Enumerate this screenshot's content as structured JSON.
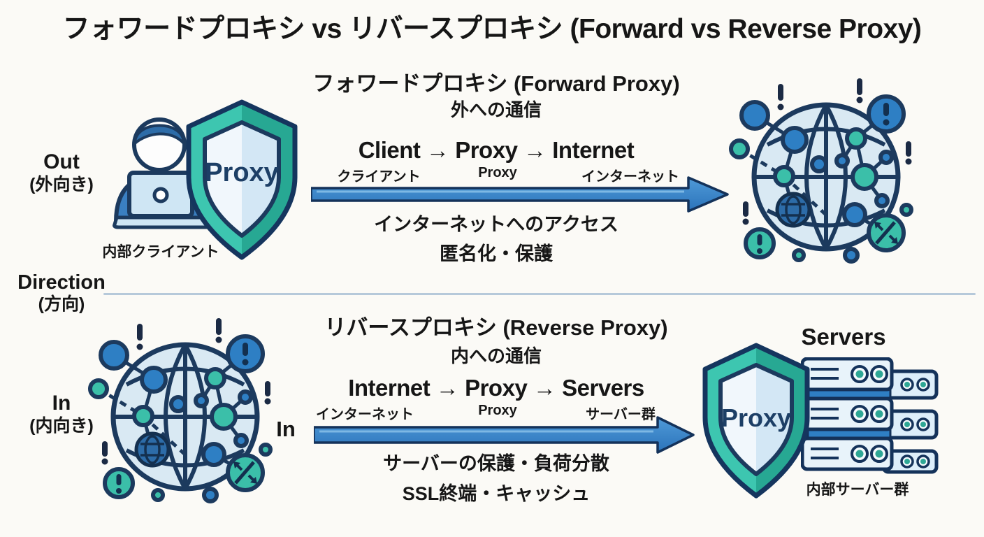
{
  "title": "フォワードプロキシ vs リバースプロキシ (Forward vs Reverse Proxy)",
  "direction_labels": {
    "out_en": "Out",
    "out_ja": "(外向き)",
    "direction_en": "Direction",
    "direction_ja": "(方向)",
    "in_en": "In",
    "in_ja": "(内向き)"
  },
  "forward": {
    "heading": "フォワードプロキシ (Forward Proxy)",
    "direction_note": "外への通信",
    "flow": "Client → Proxy → Internet",
    "flow_labels": [
      "クライアント",
      "Proxy",
      "インターネット"
    ],
    "shield_label": "Proxy",
    "client_caption": "内部クライアント",
    "benefits": [
      "インターネットへのアクセス",
      "匿名化・保護"
    ]
  },
  "reverse": {
    "heading": "リバースプロキシ (Reverse Proxy)",
    "direction_note": "内への通信",
    "flow": "Internet → Proxy → Servers",
    "flow_labels": [
      "インターネット",
      "Proxy",
      "サーバー群"
    ],
    "arrow_label": "In",
    "shield_label": "Proxy",
    "servers_title": "Servers",
    "servers_caption": "内部サーバー群",
    "benefits": [
      "サーバーの保護・負荷分散",
      "SSL終端・キャッシュ"
    ]
  },
  "icons": {
    "person_client": "person-at-laptop",
    "proxy_shield": "shield",
    "internet_globe": "network-globe-with-warnings",
    "server_stack": "server-rack-stack",
    "flow_arrow": "right-arrow"
  },
  "colors": {
    "navy_outline": "#1c3a5e",
    "blue": "#2e7fc4",
    "teal": "#3bbfa9",
    "globe_fill": "#d9e9f3",
    "shield_inner_light": "#f1f7fc",
    "shield_inner_dark": "#d3e7f5",
    "background": "#fbfaf6",
    "divider": "#b6c9da",
    "text": "#161616"
  }
}
